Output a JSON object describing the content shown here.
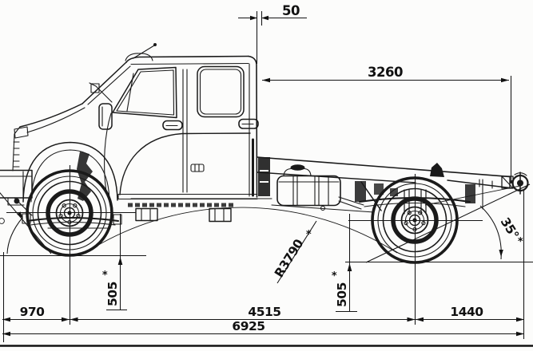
{
  "drawing": {
    "kind": "technical-blueprint",
    "subject": "double-cab truck chassis, side view with overall dimensions",
    "units": "mm",
    "dims": {
      "cab_to_frame_offset": "50",
      "frame_length_behind_cab": "3260",
      "front_overhang": "970",
      "wheelbase": "4515",
      "rear_overhang": "1440",
      "overall_length": "6925",
      "clearance_front": "505",
      "clearance_rear": "505",
      "longitudinal_pass_radius": "R3790",
      "departure_angle": "35°",
      "star": "*"
    }
  }
}
